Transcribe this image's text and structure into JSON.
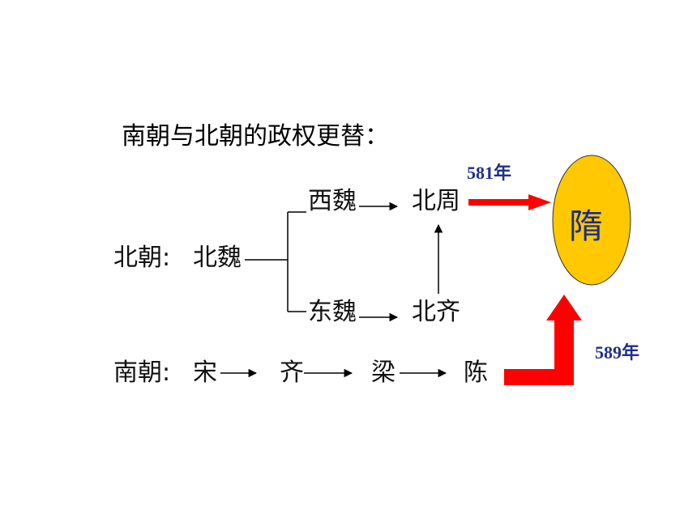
{
  "title": "南朝与北朝的政权更替：",
  "north": {
    "label": "北朝:",
    "origin": "北魏",
    "west": "西魏",
    "east": "东魏",
    "west_successor": "北周",
    "east_successor": "北齐"
  },
  "south": {
    "label": "南朝:",
    "dynasties": [
      "宋",
      "齐",
      "梁",
      "陈"
    ]
  },
  "unifier": {
    "name": "隋",
    "fill_color": "#FFC800"
  },
  "events": {
    "north_year": "581年",
    "south_year": "589年"
  },
  "colors": {
    "arrow": "#ff0000",
    "year_text": "#1f2f8f"
  }
}
